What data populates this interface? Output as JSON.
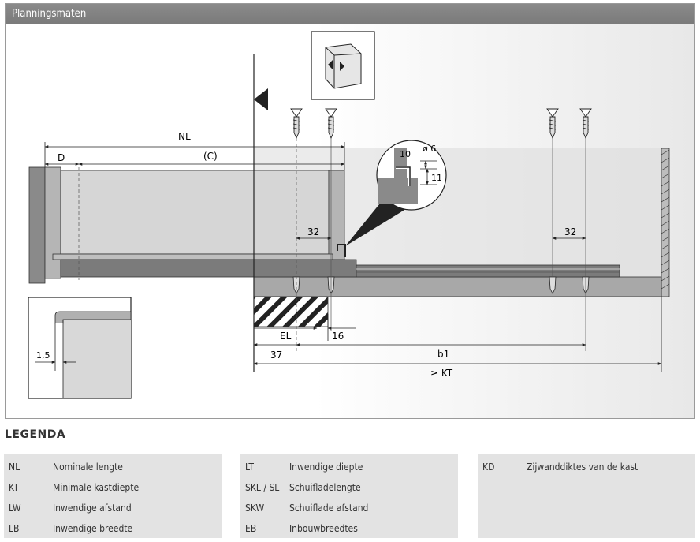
{
  "panel": {
    "title": "Planningsmaten"
  },
  "diagram": {
    "dim_NL": "NL",
    "dim_C": "(C)",
    "dim_D": "D",
    "dim_32_left": "32",
    "dim_32_right": "32",
    "dim_EL": "EL",
    "dim_16": "16",
    "dim_37": "37",
    "dim_b1": "b1",
    "dim_KT": "≥ KT",
    "dim_10": "10",
    "dim_d6": "ø 6",
    "dim_11": "11",
    "dim_1_5": "1,5"
  },
  "legend": {
    "title": "LEGENDA",
    "columns": [
      [
        {
          "abbr": "NL",
          "desc": "Nominale lengte"
        },
        {
          "abbr": "KT",
          "desc": "Minimale kastdiepte"
        },
        {
          "abbr": "LW",
          "desc": "Inwendige afstand"
        },
        {
          "abbr": "LB",
          "desc": "Inwendige breedte"
        }
      ],
      [
        {
          "abbr": "LT",
          "desc": "Inwendige diepte"
        },
        {
          "abbr": "SKL / SL",
          "desc": "Schuifladelengte"
        },
        {
          "abbr": "SKW",
          "desc": "Schuiflade afstand"
        },
        {
          "abbr": "EB",
          "desc": "Inbouwbreedtes"
        }
      ],
      [
        {
          "abbr": "KD",
          "desc": "Zijwanddiktes van de kast"
        }
      ]
    ]
  }
}
